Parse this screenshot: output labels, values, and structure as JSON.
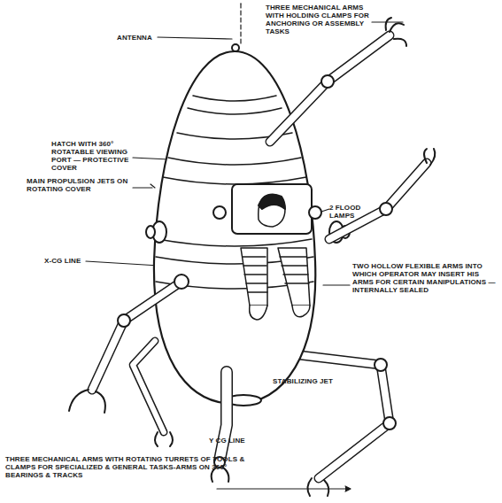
{
  "diagram": {
    "labels": [
      "THREE MECHANICAL ARMS WITH HOLDING CLAMPS FOR ANCHORING OR ASSEMBLY TASKS",
      "ANTENNA",
      "HATCH WITH 360° ROTATABLE VIEWING PORT — PROTECTIVE COVER",
      "MAIN PROPULSION JETS ON ROTATING COVER",
      "2 FLOOD LAMPS",
      "X-CG LINE",
      "TWO HOLLOW FLEXIBLE ARMS INTO WHICH OPERATOR MAY INSERT HIS ARMS FOR CERTAIN MANIPULATIONS — INTERNALLY SEALED",
      "STABILIZING JET",
      "Y CG LINE",
      "THREE MECHANICAL ARMS WITH ROTATING TURRETS OF TOOLS & CLAMPS FOR SPECIALIZED & GENERAL TASKS-ARMS ON 360° BEARINGS & TRACKS"
    ]
  }
}
